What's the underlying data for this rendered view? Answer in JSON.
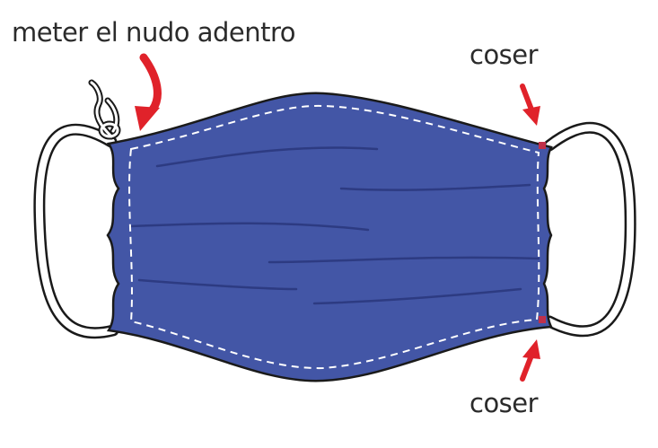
{
  "labels": {
    "knot_inside": "meter el nudo adentro",
    "sew_top": "coser",
    "sew_bottom": "coser"
  },
  "colors": {
    "mask_fill": "#4356a6",
    "pleat_line": "#2d3b82",
    "stitch": "#ffffff",
    "outline": "#1a1a1a",
    "arrow": "#e0222a",
    "label_text": "#2b2b2b"
  }
}
